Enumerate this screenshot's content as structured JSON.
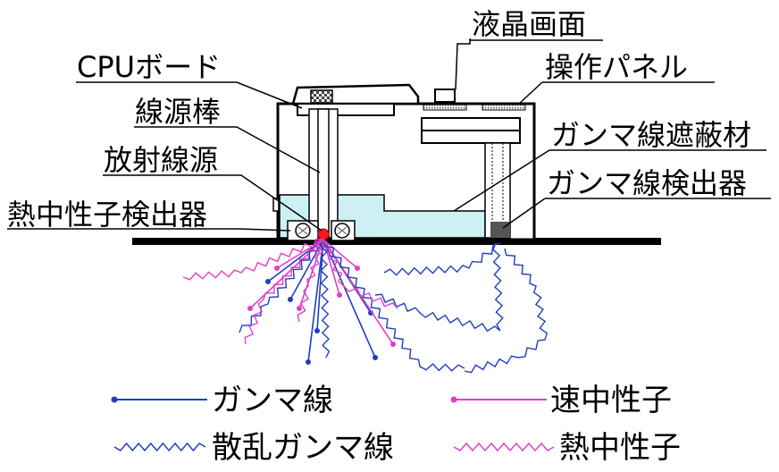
{
  "labels": {
    "lcd_screen": "液晶画面",
    "cpu_board": "CPUボード",
    "control_panel": "操作パネル",
    "source_rod": "線源棒",
    "gamma_shield": "ガンマ線遮蔽材",
    "radiation_source": "放射線源",
    "gamma_detector": "ガンマ線検出器",
    "thermal_neutron_detector": "熱中性子検出器"
  },
  "legend": {
    "gamma_ray": "ガンマ線",
    "fast_neutron": "速中性子",
    "scattered_gamma": "散乱ガンマ線",
    "thermal_neutron": "熱中性子"
  },
  "colors": {
    "gamma": "#1f3fbf",
    "neutron": "#e040c8",
    "shield": "#cdf1f2",
    "source": "#ff1a1a",
    "detector": "#555555"
  }
}
